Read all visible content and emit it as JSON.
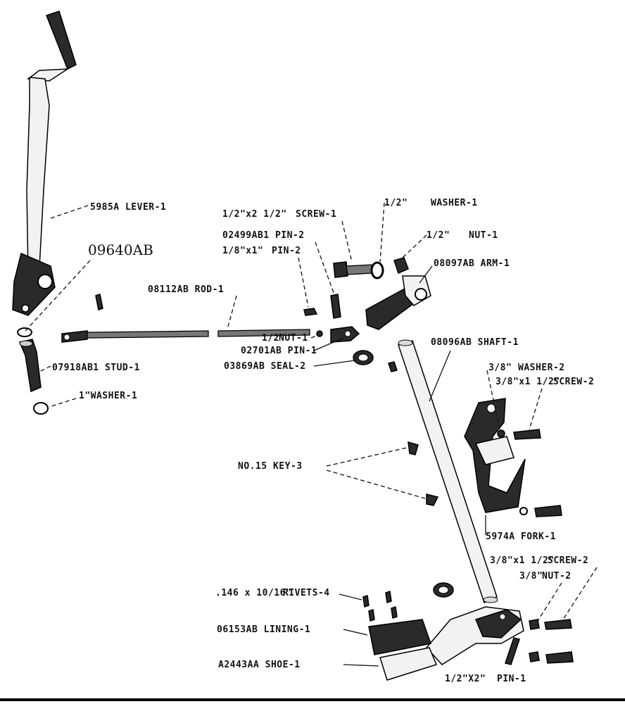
{
  "labels": {
    "lever": "5985A  LEVER-1",
    "screw_half": "SCREW-1",
    "washer_half": "WASHER-1",
    "pin_02499": "02499AB1 PIN-2",
    "pin_eighth": "PIN-2",
    "nut_half": "NUT-1",
    "part_09640": "09640AB",
    "arm": "08097AB ARM-1",
    "rod": "08112AB ROD-1",
    "nut_half_2": "NUT-1",
    "pin_02701": "02701AB PIN-1",
    "seal": "03869AB SEAL-2",
    "shaft": "08096AB SHAFT-1",
    "stud": "07918AB1 STUD-1",
    "washer_1in": "1\"WASHER-1",
    "washer_3_8": "WASHER-2",
    "screw_3_8_top": "SCREW-2",
    "key": "NO.15 KEY-3",
    "fork": "5974A  FORK-1",
    "screw_3_8_bottom": "SCREW-2",
    "nut_3_8": "NUT-2",
    "rivets": "RIVETS-4",
    "lining": "06153AB LINING-1",
    "shoe": "A2443AA SHOE-1",
    "pin_half_2": "PIN-1",
    "frac_screw_half": "1/2\"x2 1/2\"",
    "frac_washer_half": "1/2\"",
    "frac_pin_eighth": "1/8\"x1\"",
    "frac_nut_half": "1/2\"",
    "frac_nut_half_2": "1/2\"",
    "frac_washer_3_8": "3/8\"",
    "frac_screw_3_8_top": "3/8\"x1 1/2\"",
    "frac_screw_3_8_bottom": "3/8\"x1 1/2\"",
    "frac_nut_3_8": "3/8\"",
    "frac_rivets": ".146 x 10/16\"",
    "frac_pin_half_2": "1/2\"X2\""
  }
}
